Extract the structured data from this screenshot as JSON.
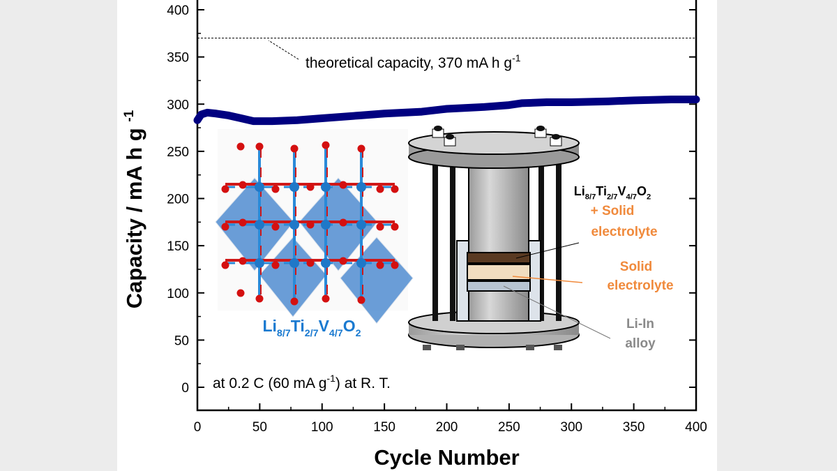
{
  "chart_data": {
    "type": "line",
    "title": "",
    "xlabel": "Cycle Number",
    "ylabel": "Capacity / mA h g",
    "ylabel_sup": "-1",
    "xlim": [
      0,
      400
    ],
    "ylim": [
      -25,
      400
    ],
    "xticks": [
      0,
      50,
      100,
      150,
      200,
      250,
      300,
      350,
      400
    ],
    "yticks": [
      0,
      50,
      100,
      150,
      200,
      250,
      300,
      350,
      400
    ],
    "grid": false,
    "series": [
      {
        "name": "Capacity",
        "color": "#000080",
        "x": [
          0,
          3,
          8,
          15,
          25,
          35,
          45,
          60,
          80,
          100,
          130,
          150,
          180,
          200,
          230,
          250,
          260,
          280,
          300,
          330,
          350,
          380,
          400
        ],
        "y": [
          283,
          289,
          291,
          290,
          288,
          285,
          282,
          282,
          283,
          285,
          288,
          290,
          292,
          295,
          297,
          299,
          301,
          302,
          302,
          303,
          304,
          305,
          305
        ]
      }
    ],
    "reference_line": {
      "value": 370,
      "label": "theoretical capacity, 370 mA h g",
      "label_sup": "-1"
    },
    "annotations": {
      "condition": "at 0.2 C (60 mA g",
      "condition_sup": "-1",
      "condition_end": ") at R. T.",
      "formula": [
        {
          "t": "Li"
        },
        {
          "s": "8/7"
        },
        {
          "t": "Ti"
        },
        {
          "s": "2/7"
        },
        {
          "t": "V"
        },
        {
          "s": "4/7"
        },
        {
          "t": "O"
        },
        {
          "s": "2"
        }
      ],
      "cathode_line1": "+ Solid",
      "cathode_line2": "electrolyte",
      "se_line1": "Solid",
      "se_line2": "electrolyte",
      "anode_line1": "Li-In",
      "anode_line2": "alloy"
    },
    "colors": {
      "formula_blue": "#1a7ad0",
      "orange": "#f08a3c",
      "gray": "#8a8a8a"
    }
  }
}
